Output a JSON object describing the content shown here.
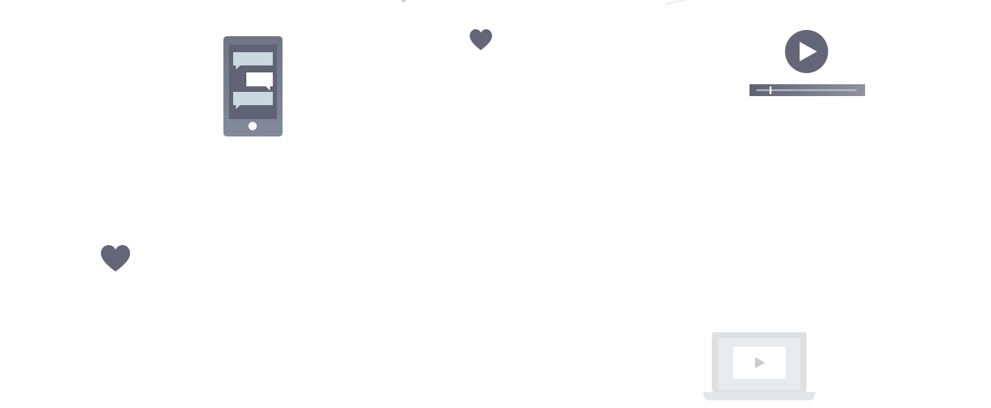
{
  "colors": {
    "background": "#ffffff",
    "slate": "#646677",
    "slate_light": "#7e8596",
    "screen": "#5f6373",
    "bubble": "#cad9de",
    "laptop_body": "#dfe0e4",
    "laptop_screen": "#ebecef",
    "laptop_base": "#e4e5e8",
    "laptop_play": "#c9cad0"
  },
  "illustrations": [
    {
      "name": "smartphone-chat-icon",
      "icon": "smartphone-chat-icon"
    },
    {
      "name": "heart-icon-small",
      "icon": "heart-icon"
    },
    {
      "name": "video-player-icon",
      "icon": "video-player-icon"
    },
    {
      "name": "heart-icon-large",
      "icon": "heart-icon"
    },
    {
      "name": "laptop-video-icon",
      "icon": "laptop-video-icon"
    }
  ],
  "video_player": {
    "progress": 0.14
  }
}
